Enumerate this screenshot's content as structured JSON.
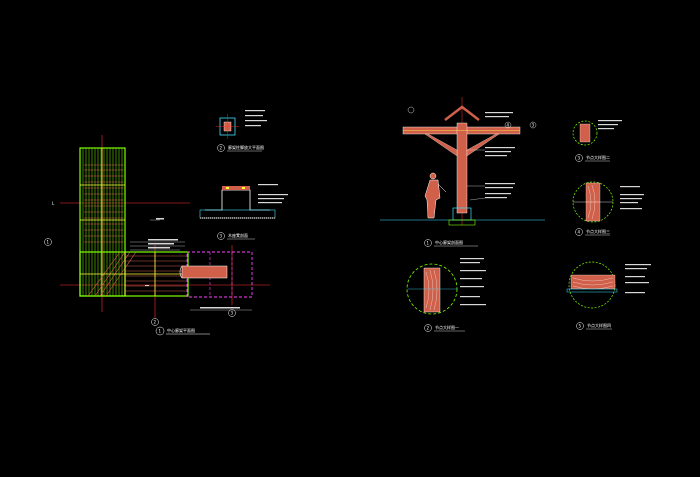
{
  "colors": {
    "background": "#000000",
    "axis": "#ff3030",
    "green": "#7fff00",
    "wood": "#d0604a",
    "yellow": "#ffff40",
    "white": "#ffffff",
    "cyan": "#40e0ff",
    "magenta": "#ff40ff",
    "label": "#d8d8d8"
  },
  "views": {
    "plan": {
      "number": "1",
      "title": "中心廊架平面图"
    },
    "plan_detail_a": {
      "number": "2",
      "title": "廊架柱脚放大平面图"
    },
    "plan_detail_b": {
      "number": "3",
      "title": "木座凳剖面"
    },
    "elevation": {
      "number": "1",
      "title": "中心廊架剖面图"
    },
    "detail_2": {
      "number": "2",
      "title": "节点大样图一"
    },
    "detail_3": {
      "number": "3",
      "title": "节点大样图二"
    },
    "detail_4": {
      "number": "4",
      "title": "节点大样图三"
    },
    "detail_5": {
      "number": "5",
      "title": "节点大样图四"
    }
  },
  "markers": {
    "plan_axis": "L",
    "plan_circle_a": "1",
    "plan_circle_b": "2",
    "plan_circle_c": "3",
    "elev_circle": "3",
    "elev_circle_b": "4"
  }
}
